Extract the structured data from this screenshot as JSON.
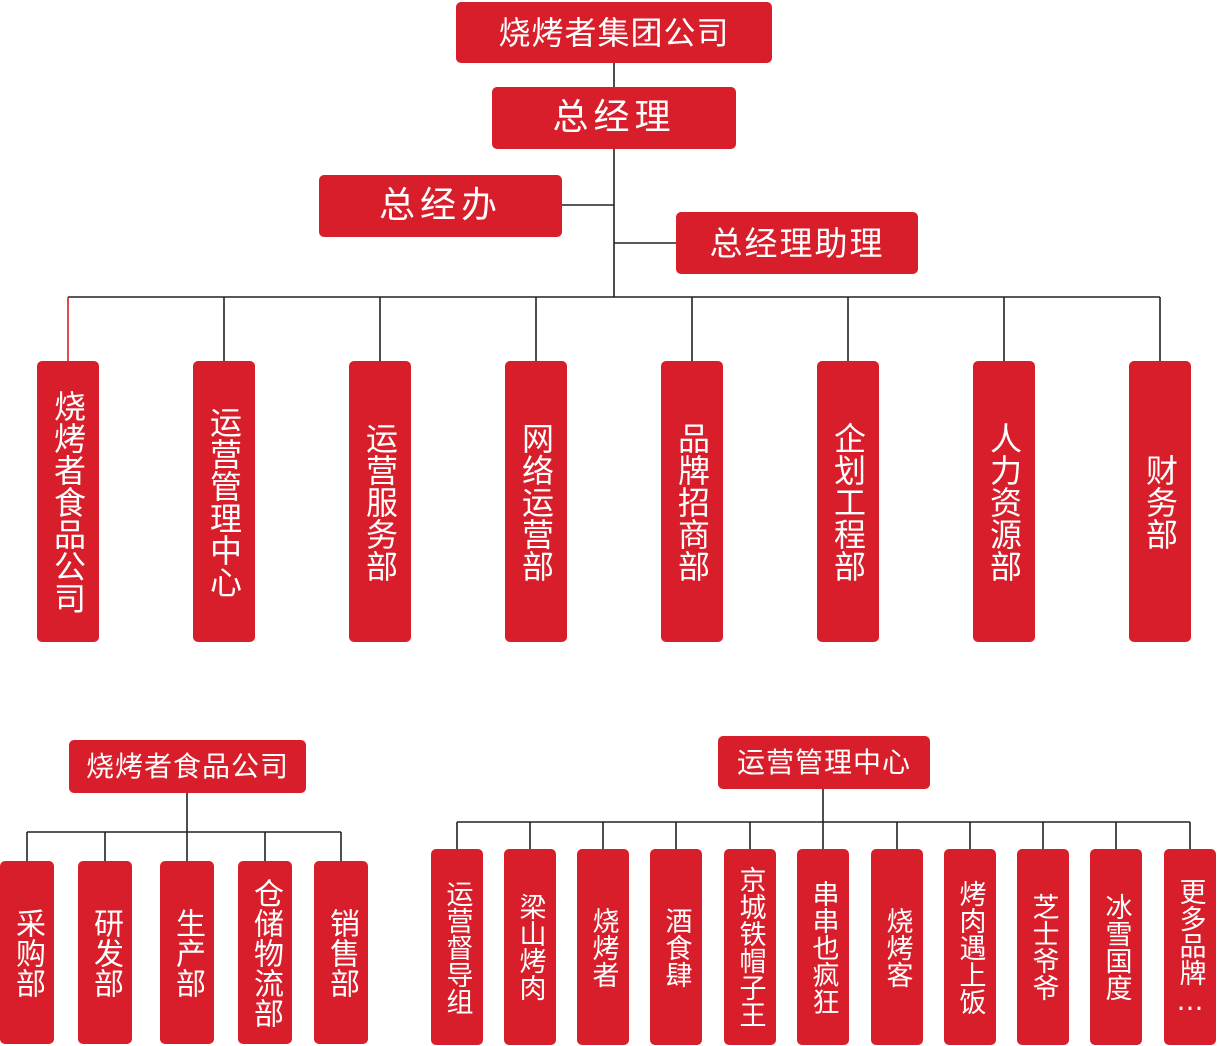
{
  "root": {
    "label": "烧烤者集团公司"
  },
  "gm": {
    "label": "总经理"
  },
  "gm_office": {
    "label": "总经办"
  },
  "gm_assistant": {
    "label": "总经理助理"
  },
  "departments": [
    {
      "label": "烧烤者食品公司"
    },
    {
      "label": "运营管理中心"
    },
    {
      "label": "运营服务部"
    },
    {
      "label": "网络运营部"
    },
    {
      "label": "品牌招商部"
    },
    {
      "label": "企划工程部"
    },
    {
      "label": "人力资源部"
    },
    {
      "label": "财务部"
    }
  ],
  "food_company": {
    "label": "烧烤者食品公司",
    "children": [
      {
        "label": "采购部"
      },
      {
        "label": "研发部"
      },
      {
        "label": "生产部"
      },
      {
        "label": "仓储物流部"
      },
      {
        "label": "销售部"
      }
    ]
  },
  "ops_center": {
    "label": "运营管理中心",
    "children": [
      {
        "label": "运营督导组"
      },
      {
        "label": "梁山烤肉"
      },
      {
        "label": "烧烤者"
      },
      {
        "label": "酒食肆"
      },
      {
        "label": "京城铁帽子王"
      },
      {
        "label": "串串也疯狂"
      },
      {
        "label": "烧烤客"
      },
      {
        "label": "烤肉遇上饭"
      },
      {
        "label": "芝士爷爷"
      },
      {
        "label": "冰雪国度"
      },
      {
        "label": "更多品牌…"
      }
    ]
  },
  "colors": {
    "box": "#d81e2a",
    "line": "#222222",
    "text": "#ffffff"
  }
}
